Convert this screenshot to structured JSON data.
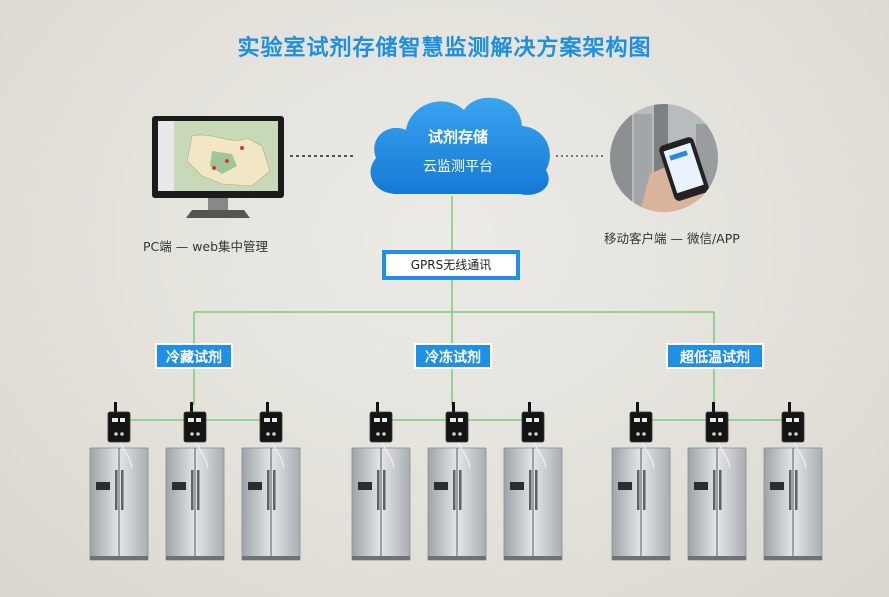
{
  "title": "实验室试剂存储智慧监测解决方案架构图",
  "cloud": {
    "line1": "试剂存储",
    "line2": "云监测平台"
  },
  "pc_caption": "PC端 — web集中管理",
  "mobile_caption": "移动客户端 — 微信/APP",
  "gprs_label": "GPRS无线通讯",
  "categories": [
    {
      "label": "冷藏试剂",
      "units": 3
    },
    {
      "label": "冷冻试剂",
      "units": 3
    },
    {
      "label": "超低温试剂",
      "units": 3
    }
  ],
  "colors": {
    "accent": "#1e90e6",
    "title": "#1f8fe0",
    "link_line": "#7fc97a",
    "dashed_line": "#555555"
  },
  "icons": [
    "cloud-icon",
    "desktop-monitor-icon",
    "smartphone-hand-icon",
    "monitor-sensor-icon",
    "refrigerator-icon"
  ]
}
